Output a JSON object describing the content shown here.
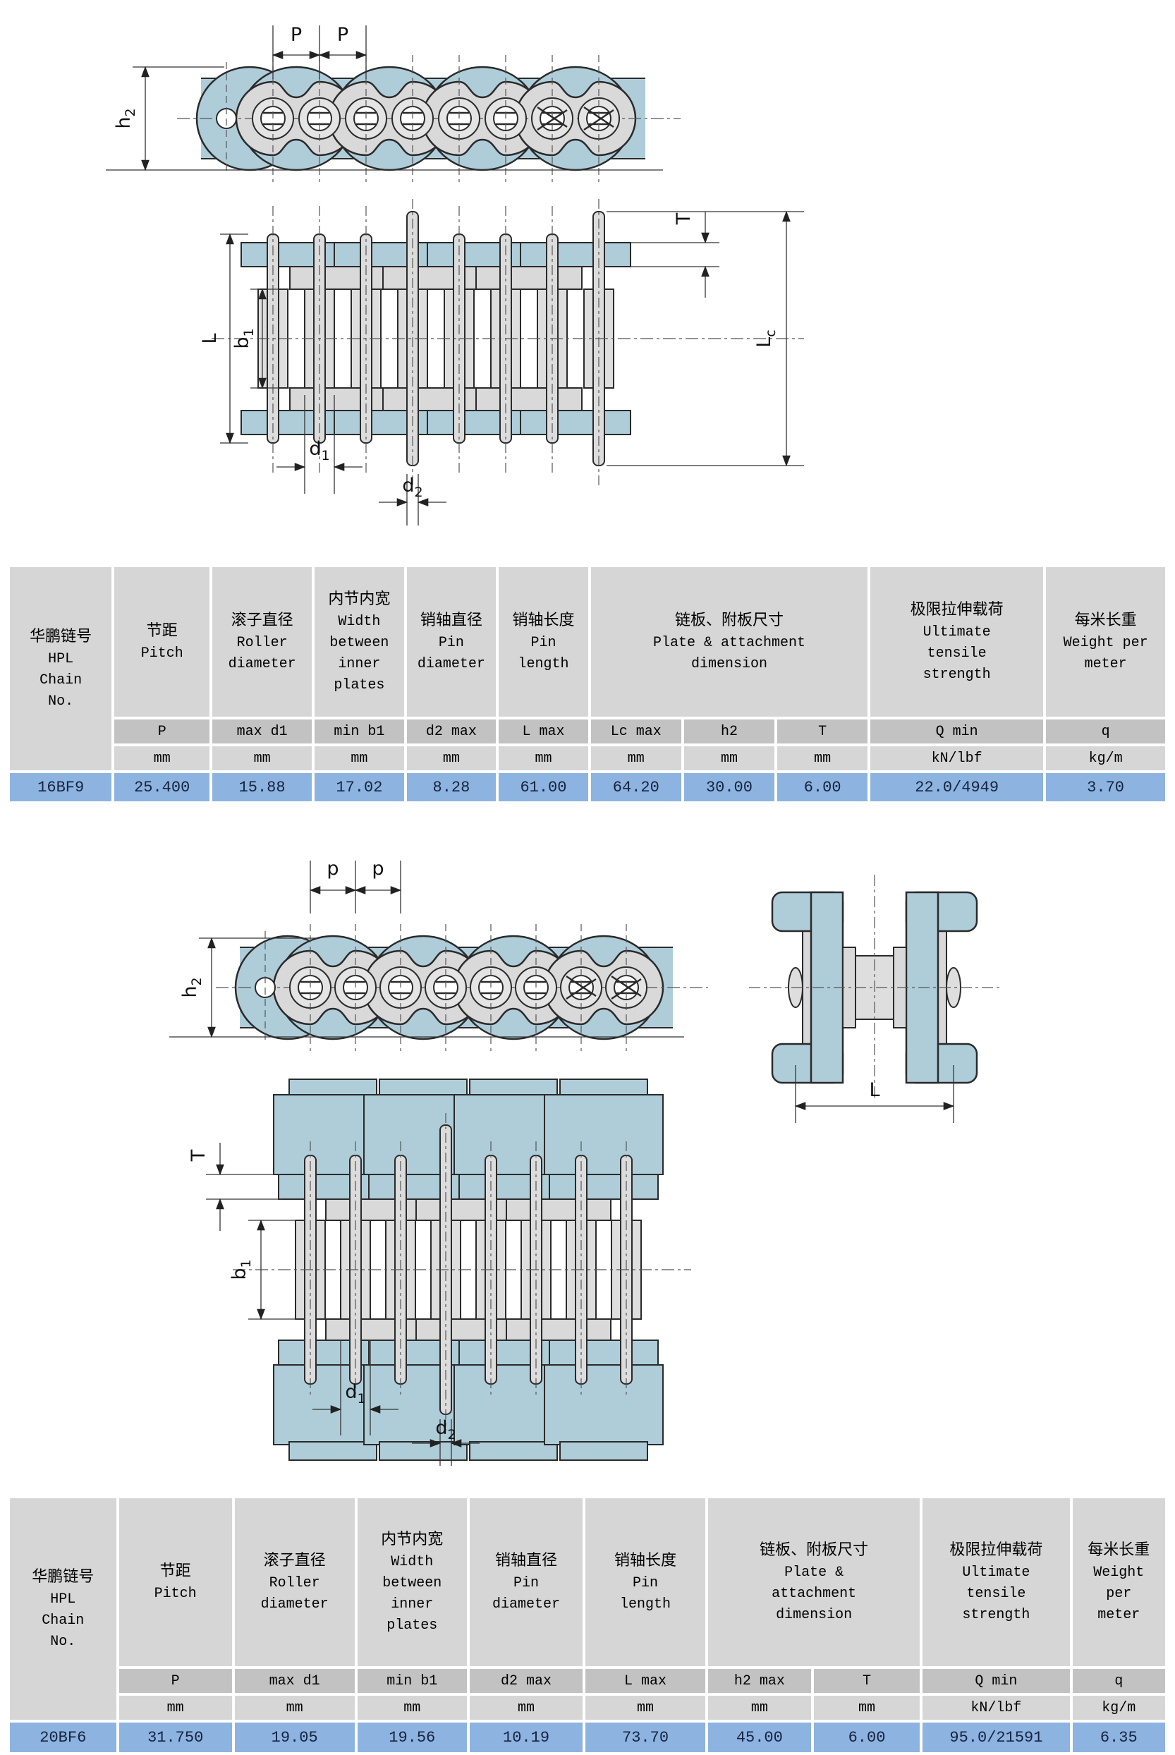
{
  "colors": {
    "plate_blue": "#aecdd9",
    "part_gray": "#d9d9d9",
    "part_light": "#e4e4e4",
    "outline": "#2a2a2a",
    "header_bg": "#d6d6d6",
    "subheader_bg": "#c2c2c2",
    "data_row_bg": "#8db3e0"
  },
  "drawing1": {
    "dims": {
      "p1": "P",
      "p2": "P",
      "h": {
        "m": "h",
        "s": "2"
      },
      "L": "L",
      "b": {
        "m": "b",
        "s": "1"
      },
      "Lc": {
        "m": "L",
        "s": "c"
      },
      "T": "T",
      "d1": {
        "m": "d",
        "s": "1"
      },
      "d2": {
        "m": "d",
        "s": "2"
      }
    }
  },
  "drawing2": {
    "dims": {
      "p1": "p",
      "p2": "p",
      "h": {
        "m": "h",
        "s": "2"
      },
      "L": "L",
      "T": "T",
      "b": {
        "m": "b",
        "s": "1"
      },
      "d1": {
        "m": "d",
        "s": "1"
      },
      "d2": {
        "m": "d",
        "s": "2"
      }
    }
  },
  "tables": [
    {
      "id": "t1",
      "groups": [
        {
          "zh": "链板、附板尺寸",
          "en": "Plate & attachment\ndimension"
        }
      ],
      "columns": [
        {
          "zh": "华鹏链号",
          "en": "HPL\nChain\nNo.",
          "sub": null,
          "unit": null,
          "value": "16BF9",
          "width": 8.9
        },
        {
          "zh": "节距",
          "en": "Pitch",
          "sub": "P",
          "unit": "mm",
          "value": "25.400",
          "width": 8.3
        },
        {
          "zh": "滚子直径",
          "en": "Roller\ndiameter",
          "sub": "max d1",
          "unit": "mm",
          "value": "15.88",
          "width": 8.7
        },
        {
          "zh": "内节内宽",
          "en": "Width\nbetween\ninner\nplates",
          "sub": "min b1",
          "unit": "mm",
          "value": "17.02",
          "width": 7.8
        },
        {
          "zh": "销轴直径",
          "en": "Pin\ndiameter",
          "sub": "d2 max",
          "unit": "mm",
          "value": "8.28",
          "width": 7.8
        },
        {
          "zh": "销轴长度",
          "en": "Pin\nlength",
          "sub": "L max",
          "unit": "mm",
          "value": "61.00",
          "width": 7.8
        },
        {
          "group": 0,
          "sub": "Lc max",
          "unit": "mm",
          "value": "64.20",
          "width": 7.9
        },
        {
          "group": 0,
          "sub": "h2",
          "unit": "mm",
          "value": "30.00",
          "width": 7.9
        },
        {
          "group": 0,
          "sub": "T",
          "unit": "mm",
          "value": "6.00",
          "width": 7.9
        },
        {
          "zh": "极限拉伸载荷",
          "en": "Ultimate\ntensile\nstrength",
          "sub": "Q min",
          "unit": "kN/lbf",
          "value": "22.0/4949",
          "width": 15.1
        },
        {
          "zh": "每米长重",
          "en": "Weight per\nmeter",
          "sub": "q",
          "unit": "kg/m",
          "value": "3.70",
          "width": 10.4
        }
      ]
    },
    {
      "id": "t2",
      "groups": [
        {
          "zh": "链板、附板尺寸",
          "en": "Plate &\nattachment\ndimension"
        }
      ],
      "columns": [
        {
          "zh": "华鹏链号",
          "en": "HPL\nChain\nNo.",
          "sub": null,
          "unit": null,
          "value": "20BF6",
          "width": 9.4
        },
        {
          "zh": "节距",
          "en": "Pitch",
          "sub": "P",
          "unit": "mm",
          "value": "31.750",
          "width": 10.0
        },
        {
          "zh": "滚子直径",
          "en": "Roller\ndiameter",
          "sub": "max d1",
          "unit": "mm",
          "value": "19.05",
          "width": 10.6
        },
        {
          "zh": "内节内宽",
          "en": "Width\nbetween\ninner\nplates",
          "sub": "min b1",
          "unit": "mm",
          "value": "19.56",
          "width": 9.7
        },
        {
          "zh": "销轴直径",
          "en": "Pin\ndiameter",
          "sub": "d2 max",
          "unit": "mm",
          "value": "10.19",
          "width": 10.0
        },
        {
          "zh": "销轴长度",
          "en": "Pin\nlength",
          "sub": "L max",
          "unit": "mm",
          "value": "73.70",
          "width": 10.6
        },
        {
          "group": 0,
          "sub": "h2 max",
          "unit": "mm",
          "value": "45.00",
          "width": 9.1
        },
        {
          "group": 0,
          "sub": "T",
          "unit": "mm",
          "value": "6.00",
          "width": 9.4
        },
        {
          "zh": "极限拉伸载荷",
          "en": "Ultimate\ntensile\nstrength",
          "sub": "Q min",
          "unit": "kN/lbf",
          "value": "95.0/21591",
          "width": 13.0
        },
        {
          "zh": "每米长重",
          "en": "Weight\nper\nmeter",
          "sub": "q",
          "unit": "kg/m",
          "value": "6.35",
          "width": 8.2
        }
      ]
    }
  ]
}
